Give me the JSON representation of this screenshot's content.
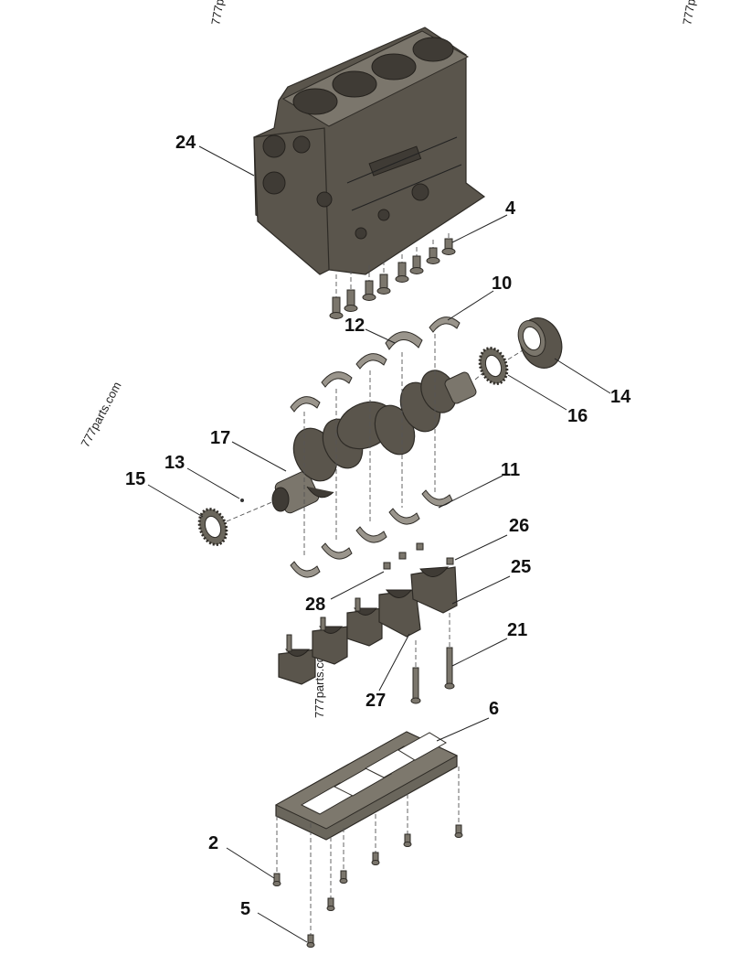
{
  "watermarks": {
    "top_left": "777p",
    "top_right": "777p",
    "side": "777parts.com",
    "center": "777parts.com"
  },
  "callouts": {
    "c24": "24",
    "c4": "4",
    "c10": "10",
    "c12": "12",
    "c14": "14",
    "c16": "16",
    "c17": "17",
    "c13": "13",
    "c15": "15",
    "c11": "11",
    "c26": "26",
    "c25": "25",
    "c28": "28",
    "c21": "21",
    "c27": "27",
    "c6": "6",
    "c2": "2",
    "c5": "5"
  },
  "colors": {
    "metal": "#5a554c",
    "outline": "#2e2b26"
  }
}
